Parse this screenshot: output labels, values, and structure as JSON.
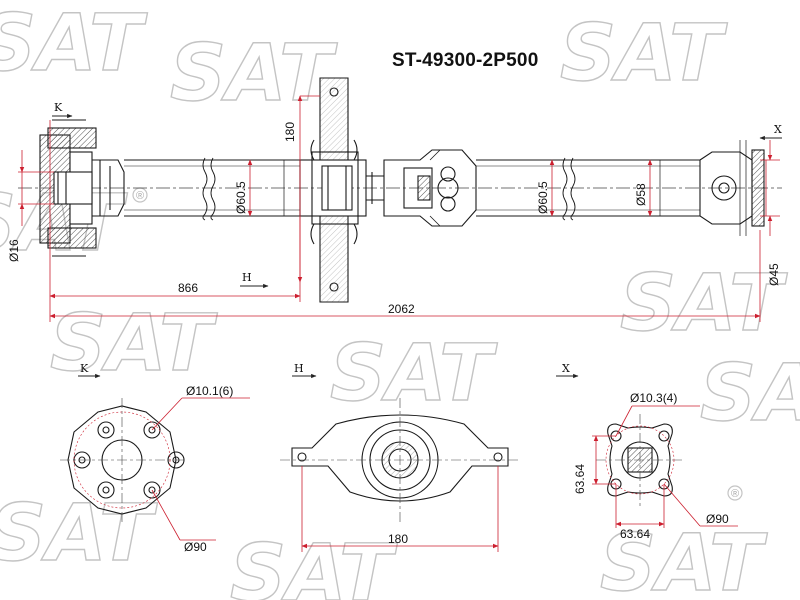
{
  "part_number": "ST-49300-2P500",
  "brand_watermark": "SAT",
  "registered_mark": "®",
  "dimensions": {
    "overall_length": "2062",
    "length_to_bearing": "866",
    "bearing_height": "180",
    "tube_diameter_front": "Ø60.5",
    "tube_diameter_rear": "Ø60.5",
    "tube_diameter_rear_end": "Ø58",
    "front_bore": "Ø16",
    "rear_bore": "Ø45",
    "flange_k_holes": "Ø10.1(6)",
    "flange_k_pcd": "Ø90",
    "bearing_width": "180",
    "flange_x_holes": "Ø10.3(4)",
    "flange_x_side_v": "63.64",
    "flange_x_side_h": "63.64",
    "flange_x_pcd": "Ø90"
  },
  "views": {
    "k": "K",
    "h": "H",
    "x": "X"
  },
  "colors": {
    "outline": "#1a1a1a",
    "dimension_line": "#cc1f2f",
    "watermark": "#b8b8b8",
    "hatch": "#555555"
  }
}
